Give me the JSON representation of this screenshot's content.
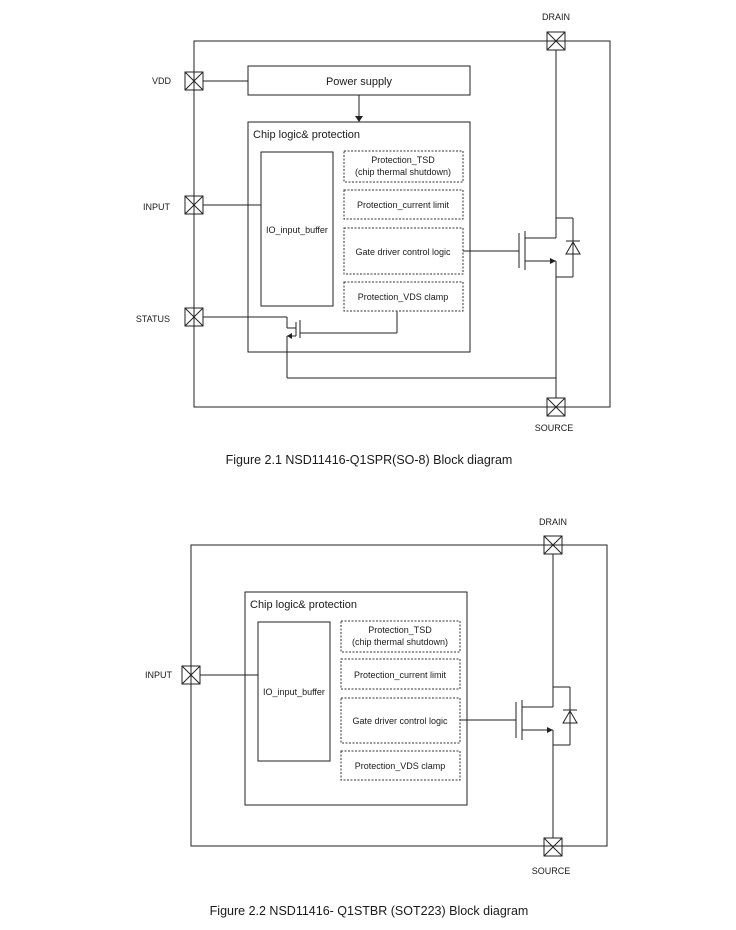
{
  "figure1": {
    "pins": {
      "vdd": "VDD",
      "input": "INPUT",
      "status": "STATUS",
      "drain": "DRAIN",
      "source": "SOURCE"
    },
    "power_supply": "Power supply",
    "chip_logic": "Chip logic& protection",
    "io_buffer": "IO_input_buffer",
    "tsd_line1": "Protection_TSD",
    "tsd_line2": "(chip thermal shutdown)",
    "current_limit": "Protection_current limit",
    "gate_driver": "Gate driver control logic",
    "vds_clamp": "Protection_VDS clamp",
    "caption": "Figure 2.1 NSD11416-Q1SPR(SO-8) Block diagram"
  },
  "figure2": {
    "pins": {
      "input": "INPUT",
      "drain": "DRAIN",
      "source": "SOURCE"
    },
    "chip_logic": "Chip logic& protection",
    "io_buffer": "IO_input_buffer",
    "tsd_line1": "Protection_TSD",
    "tsd_line2": "(chip thermal shutdown)",
    "current_limit": "Protection_current limit",
    "gate_driver": "Gate driver control logic",
    "vds_clamp": "Protection_VDS clamp",
    "caption": "Figure 2.2 NSD11416- Q1STBR (SOT223) Block diagram"
  }
}
